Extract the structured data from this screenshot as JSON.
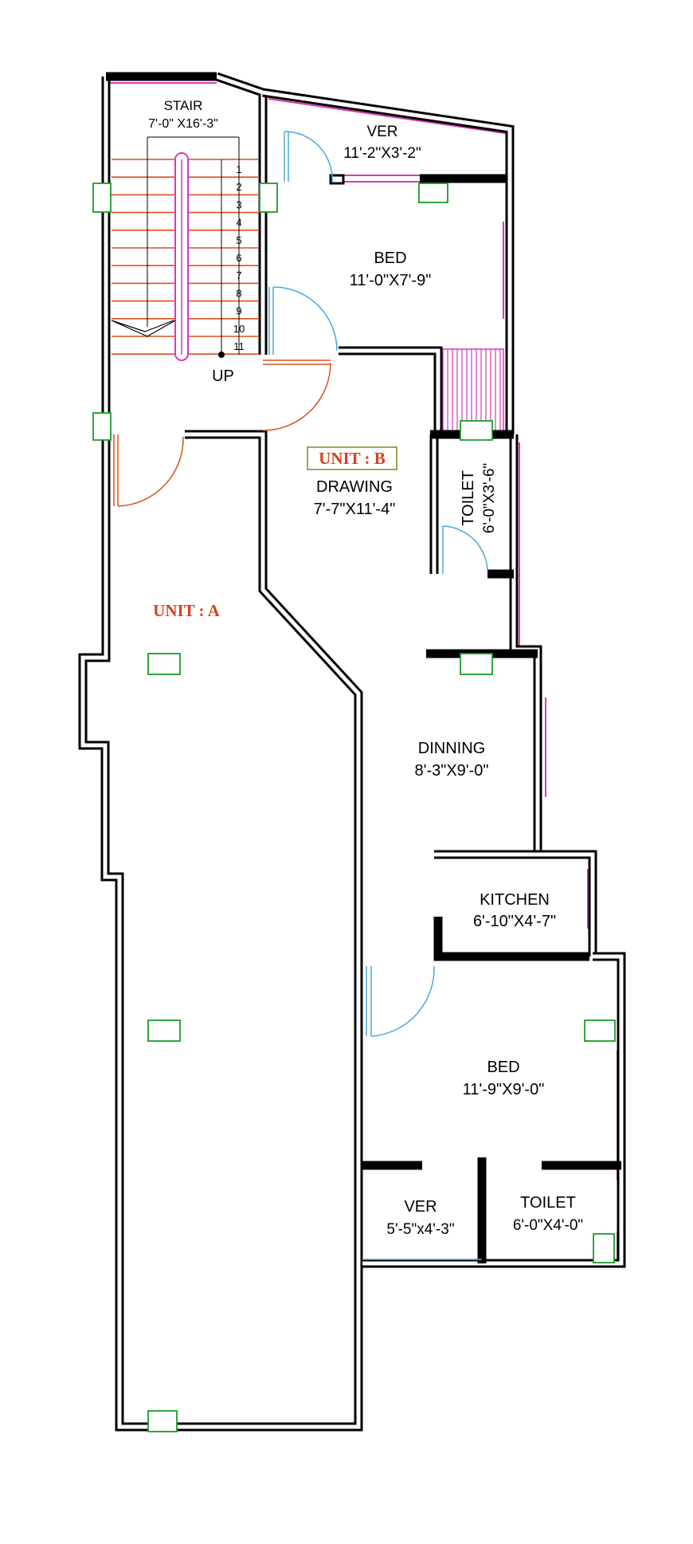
{
  "rooms": {
    "stair": {
      "name": "STAIR",
      "size": "7'-0\" X16'-3\""
    },
    "ver_top": {
      "name": "VER",
      "size": "11'-2\"X3'-2\""
    },
    "bed_top": {
      "name": "BED",
      "size": "11'-0\"X7'-9\""
    },
    "drawing": {
      "name": "DRAWING",
      "size": "7'-7\"X11'-4\""
    },
    "toilet_top": {
      "name": "TOILET",
      "size": "6'-0\"X3'-6\""
    },
    "dinning": {
      "name": "DINNING",
      "size": "8'-3\"X9'-0\""
    },
    "kitchen": {
      "name": "KITCHEN",
      "size": "6'-10\"X4'-7\""
    },
    "bed_bottom": {
      "name": "BED",
      "size": "11'-9\"X9'-0\""
    },
    "ver_bottom": {
      "name": "VER",
      "size": "5'-5\"x4'-3\""
    },
    "toilet_bottom": {
      "name": "TOILET",
      "size": "6'-0\"X4'-0\""
    }
  },
  "units": {
    "a": "UNIT : A",
    "b": "UNIT : B"
  },
  "stair_steps": [
    "1",
    "2",
    "3",
    "4",
    "5",
    "6",
    "7",
    "8",
    "9",
    "10",
    "11"
  ],
  "stair_direction": "UP",
  "colors": {
    "wall": "#000000",
    "window": "#d838b8",
    "door_blue": "#4aa8d8",
    "door_red": "#d8501e",
    "vent": "#1c9a2c",
    "unit_label": "#d8401a",
    "unit_b_frame": "#7a8a1a"
  }
}
